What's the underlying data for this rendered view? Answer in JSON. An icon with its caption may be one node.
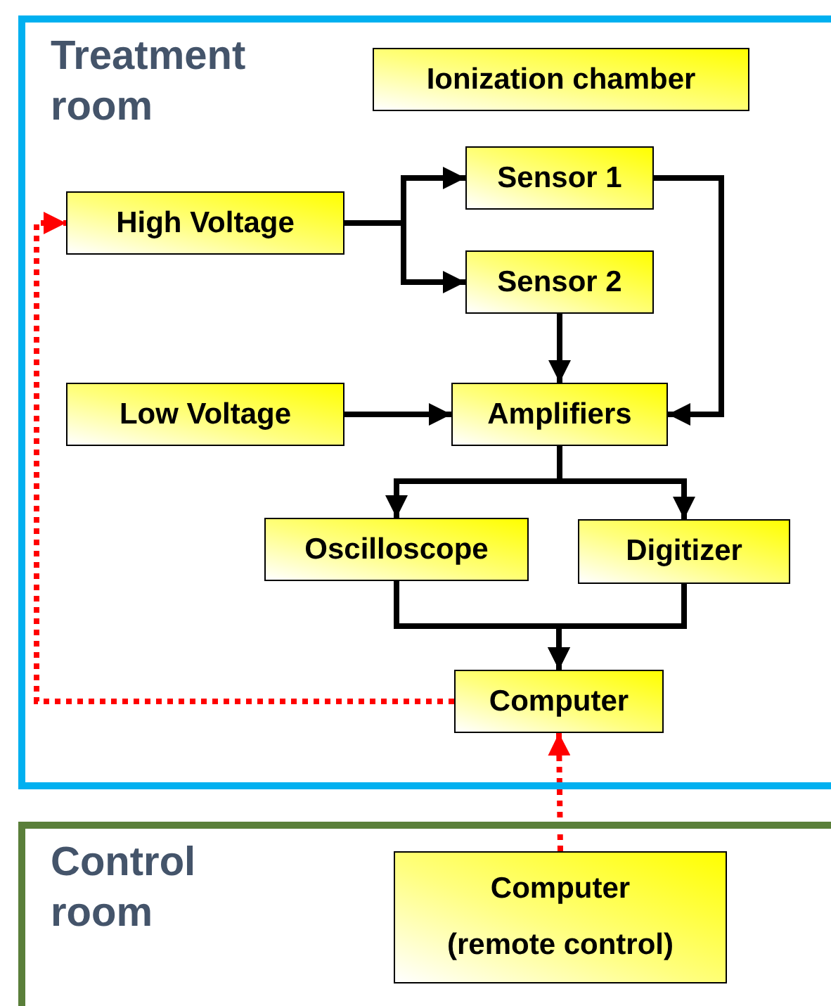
{
  "diagram": {
    "nodes": [
      {
        "text": [
          "Treatment room"
        ]
      },
      {
        "text": [
          "Ionization chamber"
        ],
        "in": 0
      },
      {
        "text": [
          "High Voltage"
        ],
        "in": 0
      },
      {
        "text": [
          "Sensor 1"
        ],
        "in": 0
      },
      {
        "text": [
          "Sensor 2"
        ],
        "in": 0
      },
      {
        "text": [
          "Low Voltage"
        ],
        "in": 0
      },
      {
        "text": [
          "Amplifiers"
        ],
        "in": 0
      },
      {
        "text": [
          "Oscilloscope"
        ],
        "in": 0
      },
      {
        "text": [
          "Digitizer"
        ],
        "in": 0
      },
      {
        "text": [
          "Computer"
        ],
        "in": 0
      },
      {
        "text": [
          "Control room"
        ]
      },
      {
        "text": [
          "Computer",
          "(remote control)"
        ],
        "in": 10
      }
    ],
    "edges": [
      {
        "from": 2,
        "to": 3,
        "arrow": "to"
      },
      {
        "from": 2,
        "to": 4,
        "arrow": "to"
      },
      {
        "from": 3,
        "to": 6,
        "arrow": "to"
      },
      {
        "from": 4,
        "to": 6,
        "arrow": "to"
      },
      {
        "from": 5,
        "to": 6,
        "arrow": "to"
      },
      {
        "from": 6,
        "to": 7,
        "arrow": "to"
      },
      {
        "from": 6,
        "to": 8,
        "arrow": "to"
      },
      {
        "from": 7,
        "to": 9,
        "arrow": "to"
      },
      {
        "from": 8,
        "to": 9,
        "arrow": "to"
      },
      {
        "from": 9,
        "to": 2,
        "arrow": "to",
        "style": "dashed",
        "color": "#ff0000"
      },
      {
        "from": 11,
        "to": 9,
        "arrow": "to",
        "style": "dashed",
        "color": "#ff0000"
      }
    ]
  }
}
